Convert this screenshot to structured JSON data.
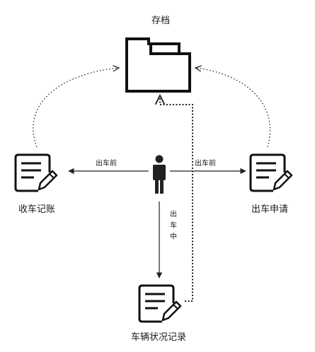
{
  "nodes": {
    "archive": {
      "label": "存档",
      "icon": "folder-icon"
    },
    "receive": {
      "label": "收车记账",
      "icon": "document-edit-icon"
    },
    "apply": {
      "label": "出车申请",
      "icon": "document-edit-icon"
    },
    "condition": {
      "label": "车辆状况记录",
      "icon": "document-edit-icon"
    },
    "actor": {
      "icon": "person-icon"
    }
  },
  "edges": {
    "to_receive": {
      "label": "出车前"
    },
    "to_apply": {
      "label": "出车前"
    },
    "to_condition": {
      "label": "出车中"
    }
  }
}
